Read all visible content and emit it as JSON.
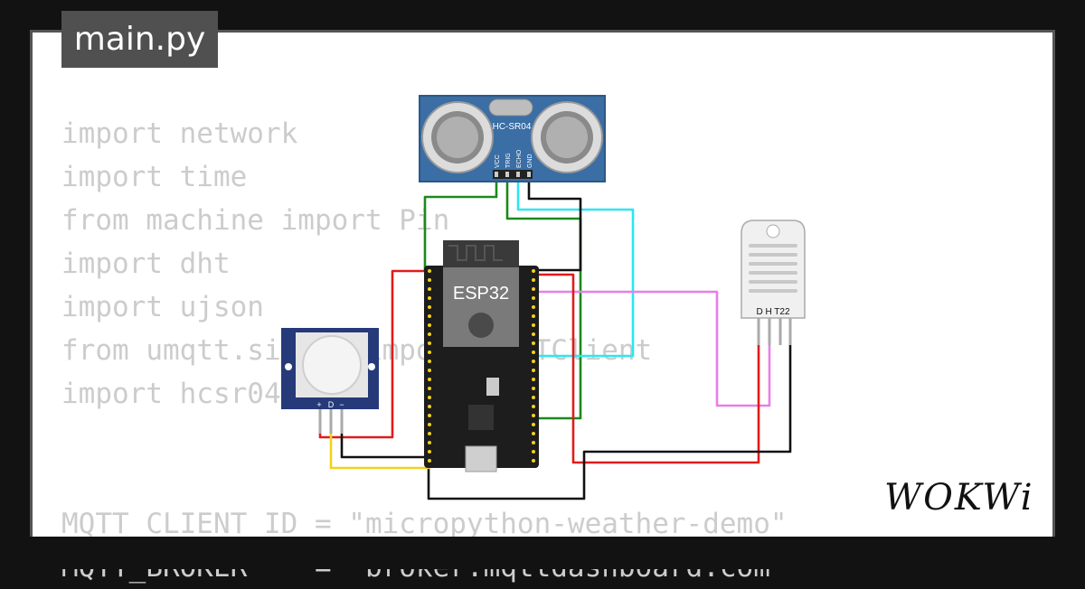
{
  "tab": {
    "label": "main.py"
  },
  "code_lines": [
    "import network",
    "import time",
    "from machine import Pin",
    "import dht",
    "import ujson",
    "from umqtt.simple import MQTTClient",
    "import hcsr04",
    "",
    "",
    "MQTT_CLIENT_ID = \"micropython-weather-demo\"",
    "MQTT_BROKER    = \"broker.mqttdashboard.com\""
  ],
  "components": {
    "ultrasonic": {
      "name": "HC-SR04",
      "pins": [
        "VCC",
        "TRIG",
        "ECHO",
        "GND"
      ]
    },
    "board": {
      "name": "ESP32"
    },
    "dht": {
      "name": "D H T22"
    },
    "pir": {
      "pins": [
        "+",
        "D",
        "−"
      ]
    }
  },
  "brand": {
    "logo": "WOKWi"
  },
  "colors": {
    "wire_red": "#e01b1b",
    "wire_black": "#111111",
    "wire_green": "#1a8a1a",
    "wire_cyan": "#2ee6f0",
    "wire_magenta": "#e87ee8",
    "wire_yellow": "#f2d21b",
    "sensor_blue": "#3a6ea5",
    "pir_navy": "#263a7a"
  }
}
